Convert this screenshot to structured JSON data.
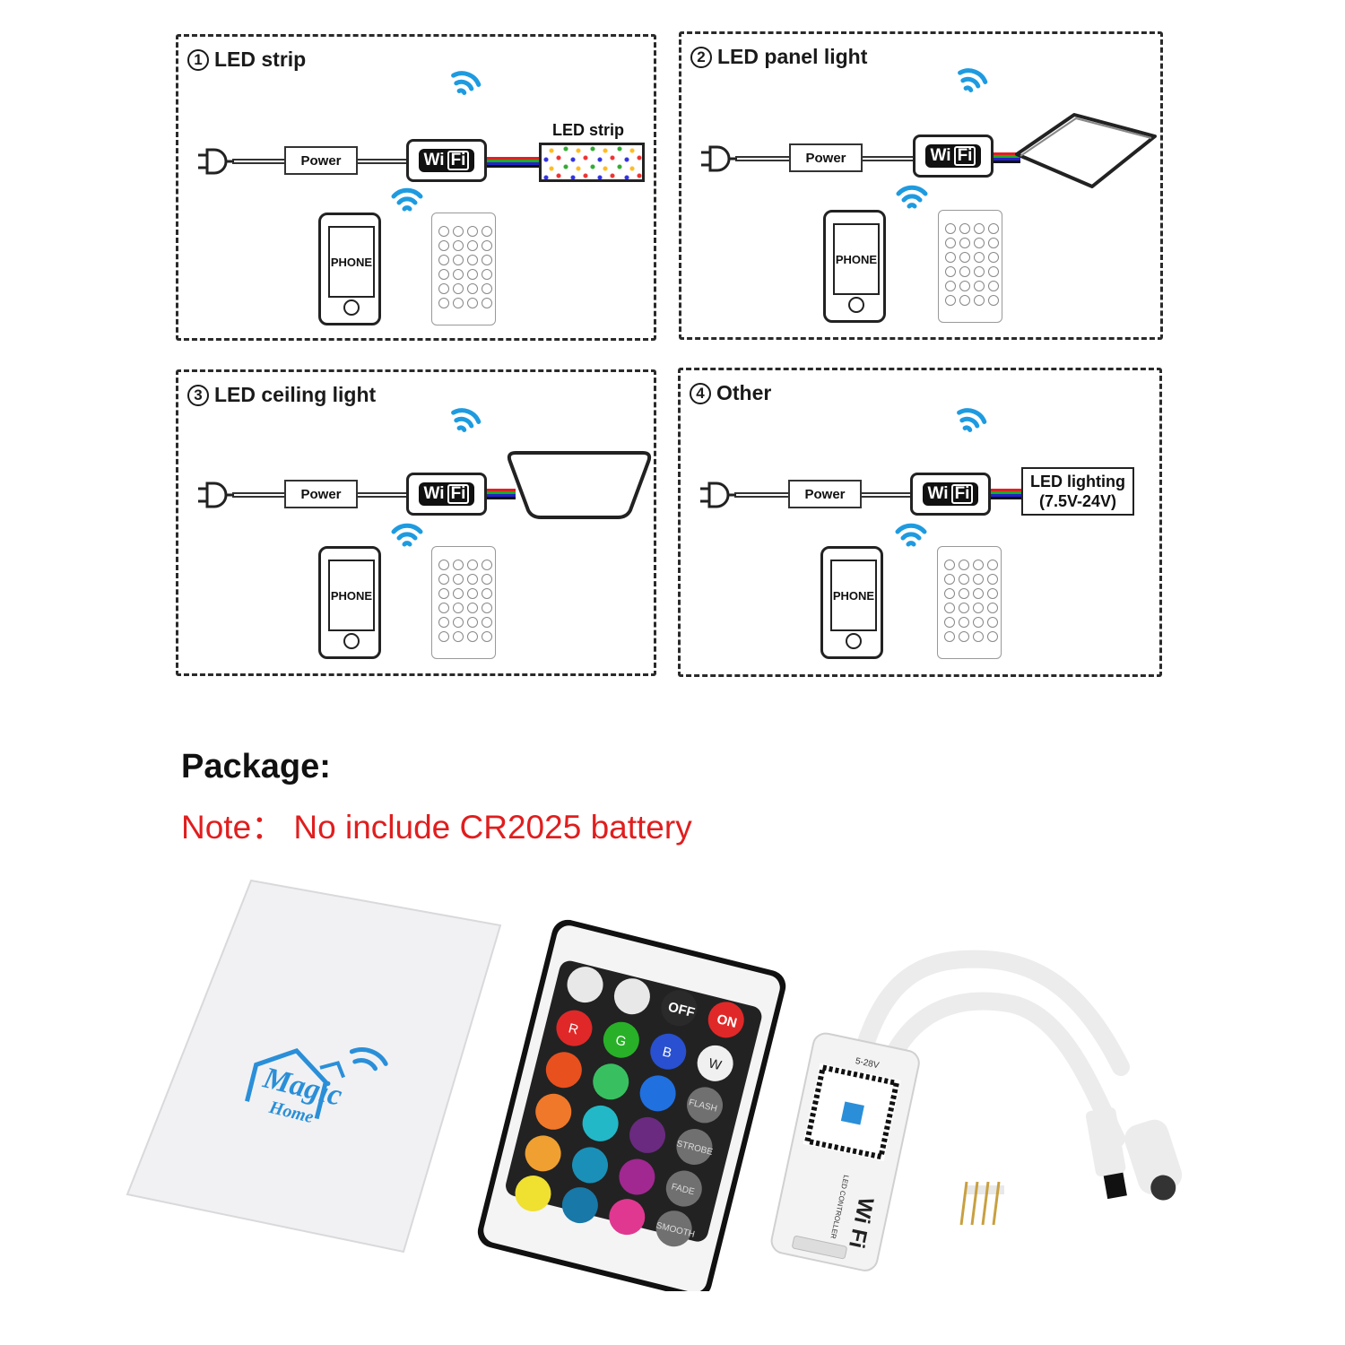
{
  "panels": [
    {
      "num": "1",
      "title": "LED strip",
      "power": "Power",
      "wifi_a": "Wi",
      "wifi_b": "Fi",
      "phone": "PHONE",
      "device_label": "LED strip"
    },
    {
      "num": "2",
      "title": "LED panel light",
      "power": "Power",
      "wifi_a": "Wi",
      "wifi_b": "Fi",
      "phone": "PHONE"
    },
    {
      "num": "3",
      "title": "LED ceiling light",
      "power": "Power",
      "wifi_a": "Wi",
      "wifi_b": "Fi",
      "phone": "PHONE"
    },
    {
      "num": "4",
      "title": "Other",
      "power": "Power",
      "wifi_a": "Wi",
      "wifi_b": "Fi",
      "phone": "PHONE",
      "device_label_1": "LED lighting",
      "device_label_2": "(7.5V-24V)"
    }
  ],
  "package": {
    "title": "Package:",
    "note": "Note：  No include CR2025 battery"
  },
  "photo": {
    "manual": {
      "logo_1": "Magic",
      "logo_2": "Home"
    },
    "remote": {
      "off": "OFF",
      "on": "ON",
      "r": "R",
      "g": "G",
      "b": "B",
      "w": "W",
      "flash": "FLASH",
      "strobe": "STROBE",
      "fade": "FADE",
      "smooth": "SMOOTH"
    },
    "controller": {
      "wifi": "Wi Fi",
      "voltage": "5-28V",
      "label": "LED CONTROLLER"
    }
  },
  "colors": {
    "note_red": "#e01e1e",
    "wifi_blue": "#1e9be0"
  }
}
